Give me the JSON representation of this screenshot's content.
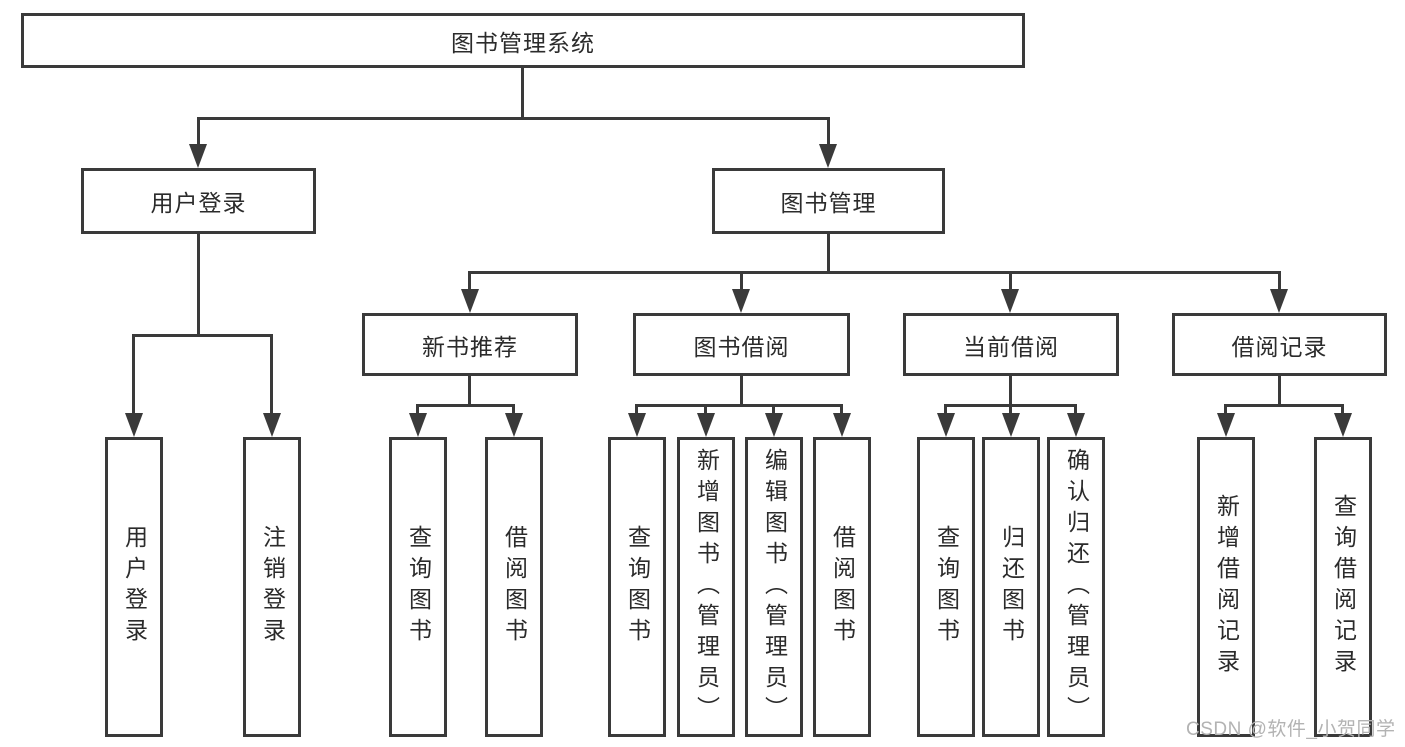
{
  "diagram": {
    "root": {
      "label": "图书管理系统"
    },
    "user_branch": {
      "label": "用户登录",
      "leaves": [
        "用户登录",
        "注销登录"
      ]
    },
    "mgmt_branch": {
      "label": "图书管理",
      "children": [
        {
          "label": "新书推荐",
          "leaves": [
            "查询图书",
            "借阅图书"
          ]
        },
        {
          "label": "图书借阅",
          "leaves": [
            "查询图书",
            "新增图书（管理员）",
            "编辑图书（管理员）",
            "借阅图书"
          ]
        },
        {
          "label": "当前借阅",
          "leaves": [
            "查询图书",
            "归还图书",
            "确认归还（管理员）"
          ]
        },
        {
          "label": "借阅记录",
          "leaves": [
            "新增借阅记录",
            "查询借阅记录"
          ]
        }
      ]
    }
  },
  "watermark": {
    "text": "CSDN @软件_小贺同学"
  },
  "colors": {
    "line": "#3a3a3a",
    "text": "#2b2b2b",
    "watermark": "#b3b3b3",
    "background": "#ffffff"
  }
}
